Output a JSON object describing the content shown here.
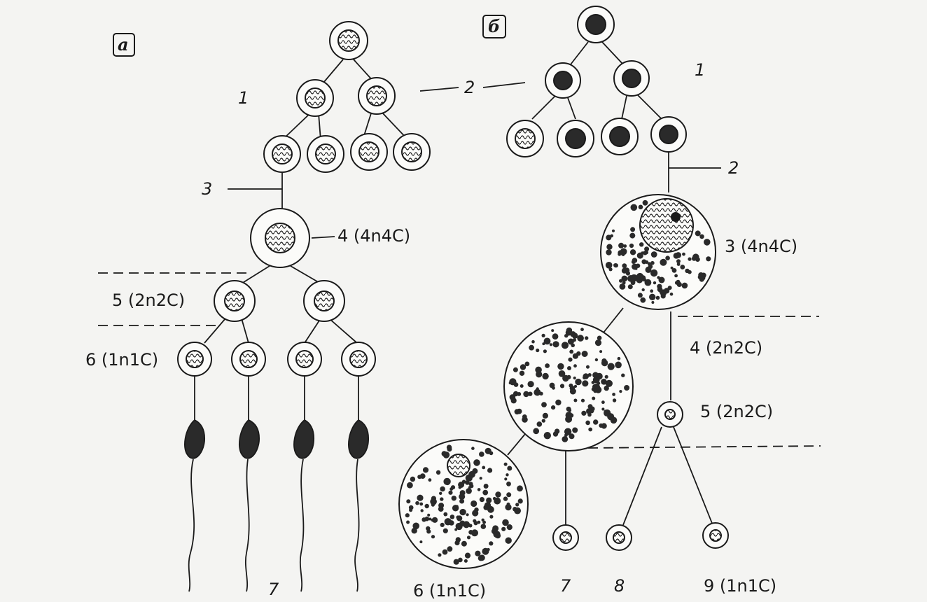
{
  "panels": {
    "a": {
      "letter": "а"
    },
    "b": {
      "letter": "б"
    }
  },
  "labels_a": {
    "l1": "1",
    "l2": "2",
    "l3": "3",
    "l4": "4 (4n4C)",
    "l5": "5 (2n2C)",
    "l6": "6 (1n1C)",
    "l7": "7"
  },
  "labels_b": {
    "l1": "1",
    "l2": "2",
    "l3": "3 (4n4C)",
    "l4": "4 (2n2C)",
    "l5": "5 (2n2C)",
    "l6": "6 (1n1C)",
    "l7": "7",
    "l8": "8",
    "l9": "9 (1n1C)"
  },
  "colors": {
    "ink": "#1a1a1a",
    "paper": "#f4f4f2",
    "cell_fill": "#fbfbf9",
    "nucleus": "#2a2a2a"
  }
}
